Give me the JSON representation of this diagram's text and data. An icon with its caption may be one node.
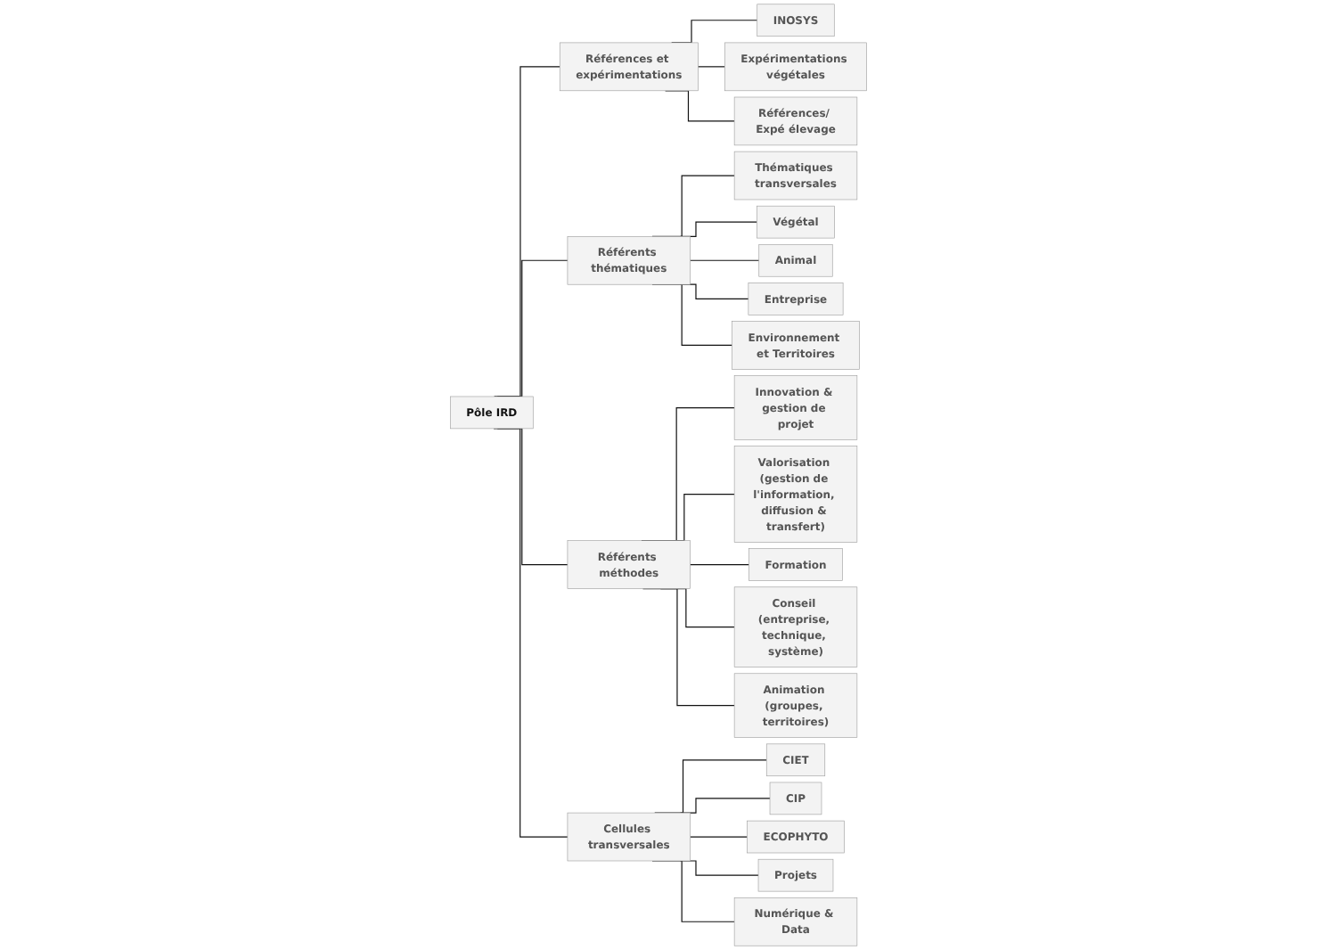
{
  "diagram": {
    "nodes": [
      {
        "text": [
          "Pôle IRD"
        ]
      },
      {
        "text": [
          "Références et expérimentations"
        ]
      },
      {
        "text": [
          "Référents thématiques"
        ]
      },
      {
        "text": [
          "Référents méthodes"
        ]
      },
      {
        "text": [
          "Cellules transversales"
        ]
      },
      {
        "text": [
          "INOSYS"
        ]
      },
      {
        "text": [
          "Expérimentations végétales"
        ]
      },
      {
        "text": [
          "Références/ Expé élevage"
        ]
      },
      {
        "text": [
          "Thématiques transversales"
        ]
      },
      {
        "text": [
          "Végétal"
        ]
      },
      {
        "text": [
          "Animal"
        ]
      },
      {
        "text": [
          "Entreprise"
        ]
      },
      {
        "text": [
          "Environnement et Territoires"
        ]
      },
      {
        "text": [
          "Innovation & gestion de projet"
        ]
      },
      {
        "text": [
          "Valorisation (gestion de l'information, diffusion & transfert)"
        ]
      },
      {
        "text": [
          "Formation"
        ]
      },
      {
        "text": [
          "Conseil (entreprise, technique, système)"
        ]
      },
      {
        "text": [
          "Animation (groupes, territoires)"
        ]
      },
      {
        "text": [
          "CIET"
        ]
      },
      {
        "text": [
          "CIP"
        ]
      },
      {
        "text": [
          "ECOPHYTO"
        ]
      },
      {
        "text": [
          "Projets"
        ]
      },
      {
        "text": [
          "Numérique & Data"
        ]
      }
    ],
    "edges": [
      {
        "from": 0,
        "to": 1,
        "arrow": "none"
      },
      {
        "from": 0,
        "to": 2,
        "arrow": "none"
      },
      {
        "from": 0,
        "to": 3,
        "arrow": "none"
      },
      {
        "from": 0,
        "to": 4,
        "arrow": "none"
      },
      {
        "from": 1,
        "to": 5,
        "arrow": "none"
      },
      {
        "from": 1,
        "to": 6,
        "arrow": "none"
      },
      {
        "from": 1,
        "to": 7,
        "arrow": "none"
      },
      {
        "from": 2,
        "to": 8,
        "arrow": "none"
      },
      {
        "from": 2,
        "to": 9,
        "arrow": "none"
      },
      {
        "from": 2,
        "to": 10,
        "arrow": "none"
      },
      {
        "from": 2,
        "to": 11,
        "arrow": "none"
      },
      {
        "from": 2,
        "to": 12,
        "arrow": "none"
      },
      {
        "from": 3,
        "to": 13,
        "arrow": "none"
      },
      {
        "from": 3,
        "to": 14,
        "arrow": "none"
      },
      {
        "from": 3,
        "to": 15,
        "arrow": "none"
      },
      {
        "from": 3,
        "to": 16,
        "arrow": "none"
      },
      {
        "from": 3,
        "to": 17,
        "arrow": "none"
      },
      {
        "from": 4,
        "to": 18,
        "arrow": "none"
      },
      {
        "from": 4,
        "to": 19,
        "arrow": "none"
      },
      {
        "from": 4,
        "to": 20,
        "arrow": "none"
      },
      {
        "from": 4,
        "to": 21,
        "arrow": "none"
      },
      {
        "from": 4,
        "to": 22,
        "arrow": "none"
      }
    ]
  }
}
